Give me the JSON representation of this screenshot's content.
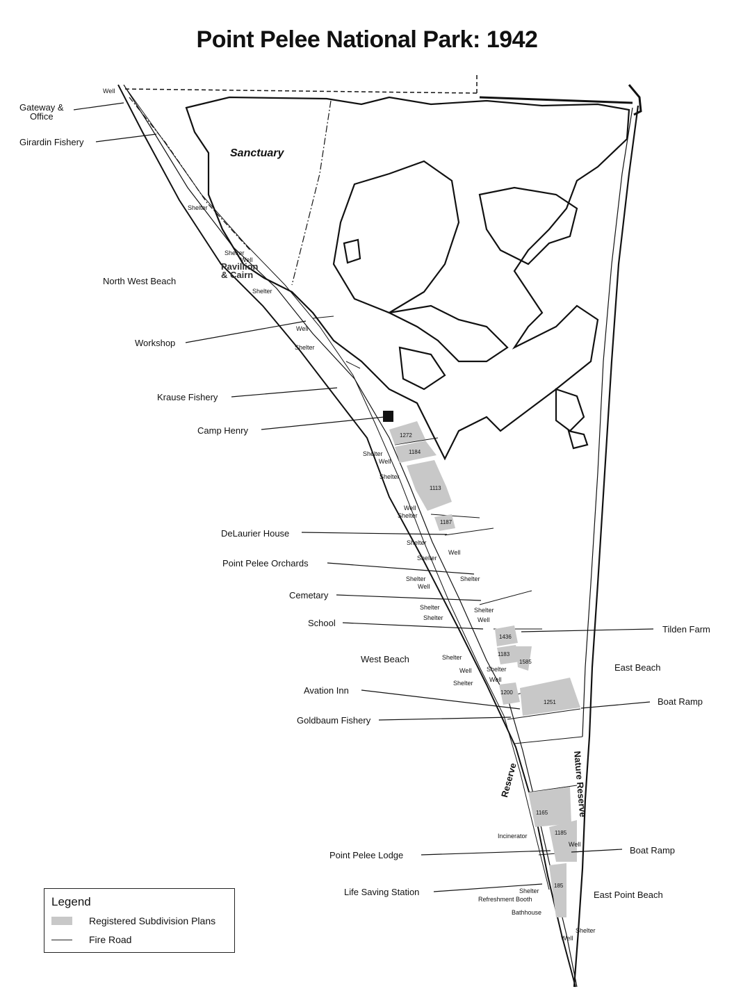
{
  "title": "Point Pelee National Park: 1942",
  "colors": {
    "ink": "#111111",
    "shade": "#c8c8c8",
    "shade_dark": "#b4b4b4"
  },
  "labels": {
    "gateway": "Gateway &",
    "office": "Office",
    "girardin": "Girardin Fishery",
    "sanctuary": "Sanctuary",
    "pavillion": "Pavillion",
    "cairn": "& Cairn",
    "north_west_beach": "North West Beach",
    "workshop": "Workshop",
    "krause": "Krause Fishery",
    "camp_henry": "Camp Henry",
    "delaurier": "DeLaurier House",
    "orchards": "Point Pelee Orchards",
    "cemetary": "Cemetary",
    "school": "School",
    "tilden": "Tilden Farm",
    "west_beach": "West Beach",
    "east_beach": "East Beach",
    "avation": "Avation Inn",
    "boat_ramp": "Boat Ramp",
    "goldbaum": "Goldbaum Fishery",
    "reserve": "Reserve",
    "nature_reserve": "Nature Reserve",
    "incinerator": "Incinerator",
    "lodge": "Point Pelee Lodge",
    "life_saving": "Life Saving Station",
    "east_point_beach": "East Point Beach",
    "refreshment": "Refreshment Booth",
    "bathhouse": "Bathhouse",
    "shelter": "Shelter",
    "well": "Well"
  },
  "lots": [
    "1272",
    "1184",
    "1113",
    "1187",
    "1436",
    "1183",
    "1585",
    "1200",
    "1251",
    "1165",
    "1185",
    "185"
  ],
  "legend": {
    "title": "Legend",
    "subdivision": "Registered Subdivision Plans",
    "fire_road": "Fire Road"
  }
}
